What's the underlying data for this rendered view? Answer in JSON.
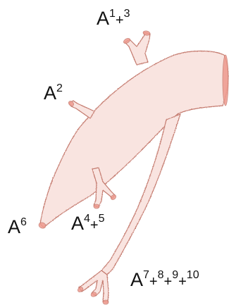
{
  "colors": {
    "vessel_fill": "#f9e4e0",
    "vessel_outline": "#c47a6e",
    "vessel_cut_ends": "#ee9a8e",
    "label_text": "#111111",
    "background": "#ffffff"
  },
  "labels": {
    "a13": {
      "base": "A",
      "sup1": "1",
      "plus1": "+",
      "sup2": "3"
    },
    "a2": {
      "base": "A",
      "sup1": "2"
    },
    "a6": {
      "base": "A",
      "sup1": "6"
    },
    "a45": {
      "base": "A",
      "sup1": "4",
      "plus1": "+",
      "sup2": "5"
    },
    "a710": {
      "base": "A",
      "sup1": "7",
      "plus1": "+",
      "sup2": "8",
      "plus2": "+",
      "sup3": "9",
      "plus3": "+",
      "sup4": "10"
    }
  }
}
